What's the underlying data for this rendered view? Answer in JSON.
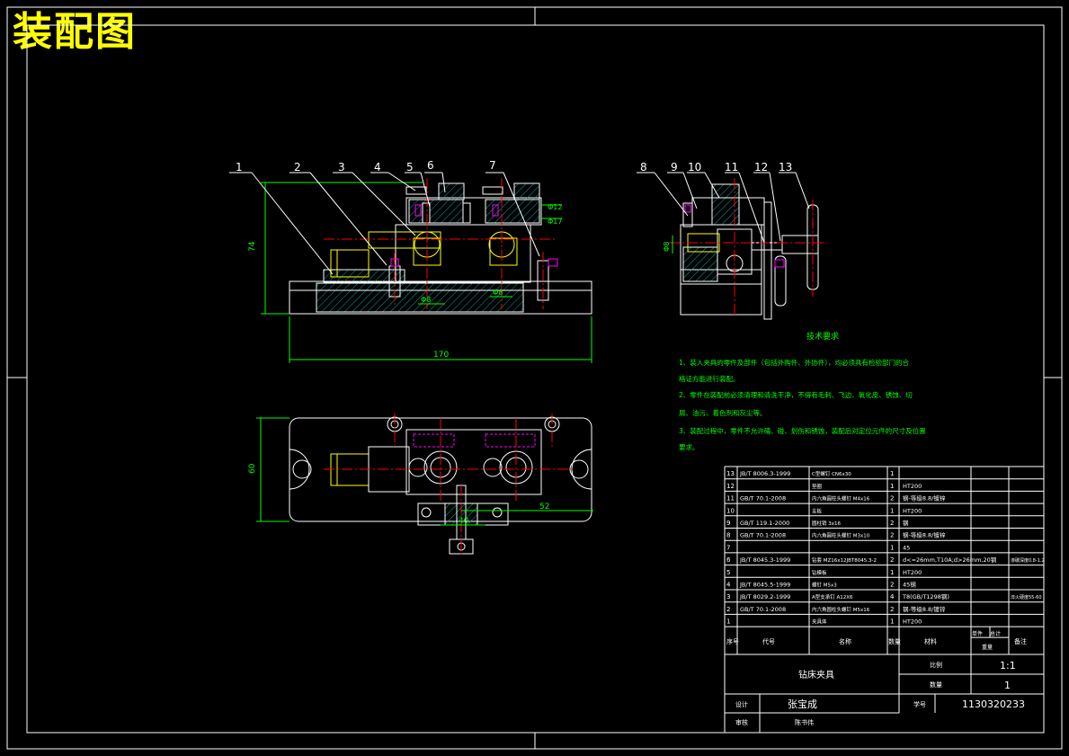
{
  "title": "装配图",
  "balloons": [
    "1",
    "2",
    "3",
    "4",
    "5",
    "6",
    "7",
    "8",
    "9",
    "10",
    "11",
    "12",
    "13"
  ],
  "dims": {
    "front_height": "74",
    "front_width": "170",
    "h_phi12": "Φ12",
    "h_phi17": "Φ17",
    "hole_phi8": "Φ8",
    "slot_phi8": "Φ8",
    "side_phi": "Φ8",
    "top_height": "60",
    "top_40": "40",
    "top_52": "52"
  },
  "tech_req": {
    "heading": "技术要求",
    "lines": [
      "1、装入夹具的零件及部件（包括外购件、外协件），均必须具有检验部门的合",
      "格证方能进行装配。",
      "2、零件在装配前必须清理和清洗干净，不得有毛刺、飞边、氧化皮、锈蚀、切",
      "屑、油污、着色剂和灰尘等。",
      "3、装配过程中，零件不允许磕、碰、划伤和锈蚀，装配后对定位元件的尺寸及位置",
      "要求。"
    ]
  },
  "bom": [
    {
      "no": "13",
      "std": "JB/T 8006.3-1999",
      "name": "C型螺钉 CN6x30",
      "qty": "1",
      "mat": "",
      "note": ""
    },
    {
      "no": "12",
      "std": "",
      "name": "垫圈",
      "qty": "1",
      "mat": "HT200",
      "note": ""
    },
    {
      "no": "11",
      "std": "GB/T 70.1-2008",
      "name": "内六角圆柱头螺钉 M4x16",
      "qty": "2",
      "mat": "钢-等级8.8/镀锌",
      "note": ""
    },
    {
      "no": "10",
      "std": "",
      "name": "支板",
      "qty": "1",
      "mat": "HT200",
      "note": ""
    },
    {
      "no": "9",
      "std": "GB/T 119.1-2000",
      "name": "圆柱销 3x16",
      "qty": "2",
      "mat": "钢",
      "note": ""
    },
    {
      "no": "8",
      "std": "GB/T 70.1-2008",
      "name": "内六角圆柱头螺钉 M3x10",
      "qty": "2",
      "mat": "钢-等级8.8/镀锌",
      "note": ""
    },
    {
      "no": "7",
      "std": "",
      "name": "",
      "qty": "1",
      "mat": "45",
      "note": ""
    },
    {
      "no": "6",
      "std": "JB/T 8045.3-1999",
      "name": "钻套 MZ16x12JBT8045.3-2",
      "qty": "2",
      "mat": "d<=26mm,T10A;d>26mm,20钢",
      "note": "渗碳深度0.8-1.2"
    },
    {
      "no": "5",
      "std": "",
      "name": "钻模板",
      "qty": "1",
      "mat": "HT200",
      "note": ""
    },
    {
      "no": "4",
      "std": "JB/T 8045.5-1999",
      "name": "螺钉 M5x3",
      "qty": "2",
      "mat": "45钢",
      "note": ""
    },
    {
      "no": "3",
      "std": "JB/T 8029.2-1999",
      "name": "A型支承钉 A12X6",
      "qty": "4",
      "mat": "T8(GB/T1298钢)",
      "note": "淬火硬度55-60"
    },
    {
      "no": "2",
      "std": "GB/T 70.1-2008",
      "name": "内六角圆柱头螺钉 M5x16",
      "qty": "2",
      "mat": "钢-等级8.8/镀锌",
      "note": ""
    },
    {
      "no": "1",
      "std": "",
      "name": "夹具体",
      "qty": "1",
      "mat": "HT200",
      "note": ""
    }
  ],
  "bom_header": {
    "no": "序号",
    "std": "代号",
    "name": "名称",
    "qty": "数量",
    "mat": "材料",
    "w1": "单件",
    "w2": "总计",
    "wt": "重量",
    "note": "备注"
  },
  "title_block": {
    "product": "钻床夹具",
    "scale_label": "比例",
    "scale": "1:1",
    "count_label": "数量",
    "count": "1",
    "design_label": "设计",
    "designer": "张宝成",
    "id_label": "学号",
    "id": "1130320233",
    "review_label": "审核",
    "reviewer": "陈书伟"
  },
  "colors": {
    "frame": "#ffffff",
    "part": "#ffffff",
    "center": "#ff0000",
    "dim": "#00ff00",
    "hidden": "#ff00ff",
    "bolt": "#ffff00",
    "hatch": "#00a0a0",
    "text": "#ffffff",
    "title": "#ffff00"
  }
}
